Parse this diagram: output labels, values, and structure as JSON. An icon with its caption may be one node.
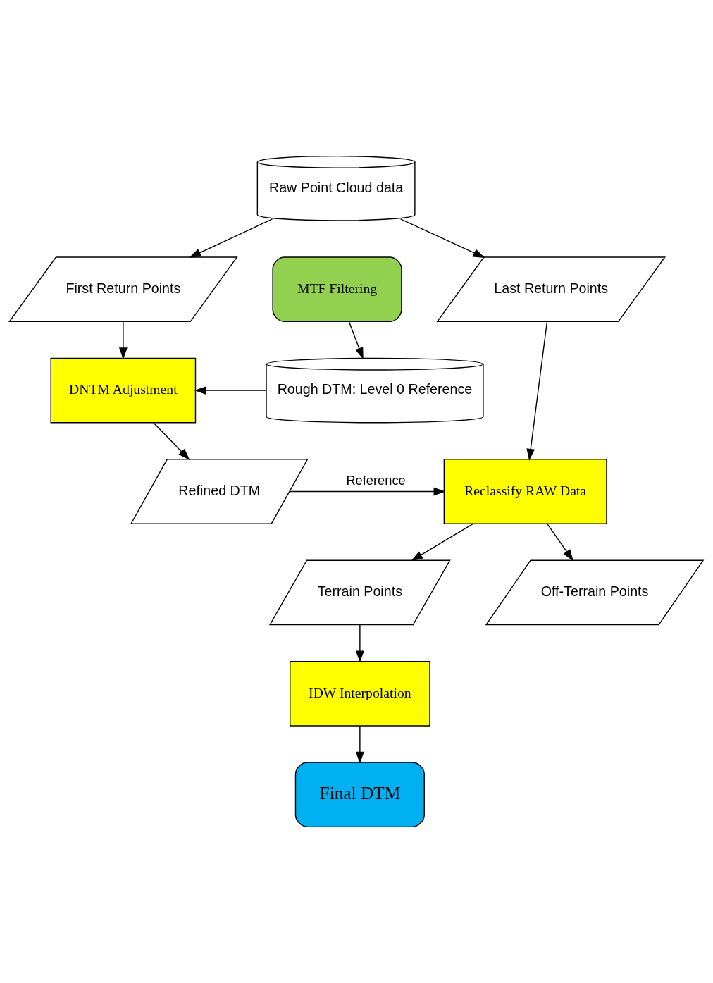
{
  "diagram": {
    "nodes": [
      {
        "text": [
          "Raw Point Cloud data"
        ]
      },
      {
        "text": [
          "MTF Filtering"
        ]
      },
      {
        "text": [
          "First Return Points"
        ]
      },
      {
        "text": [
          "Last Return Points"
        ]
      },
      {
        "text": [
          "Rough DTM: Level 0 Reference"
        ]
      },
      {
        "text": [
          "DNTM Adjustment"
        ]
      },
      {
        "text": [
          "Refined DTM"
        ]
      },
      {
        "text": [
          "Reclassify RAW Data"
        ]
      },
      {
        "text": [
          "Terrain Points"
        ]
      },
      {
        "text": [
          "Off-Terrain Points"
        ]
      },
      {
        "text": [
          "IDW Interpolation"
        ]
      },
      {
        "text": [
          "Final DTM"
        ]
      }
    ],
    "edges": [
      {
        "from": 0,
        "to": 2,
        "arrow": "to"
      },
      {
        "from": 0,
        "to": 3,
        "arrow": "to"
      },
      {
        "from": 1,
        "to": 4,
        "arrow": "to"
      },
      {
        "from": 2,
        "to": 5,
        "arrow": "to"
      },
      {
        "from": 4,
        "to": 5,
        "arrow": "to"
      },
      {
        "from": 5,
        "to": 6,
        "arrow": "to"
      },
      {
        "from": 3,
        "to": 7,
        "arrow": "to"
      },
      {
        "from": 6,
        "to": 7,
        "arrow": "to",
        "label": "Reference"
      },
      {
        "from": 7,
        "to": 8,
        "arrow": "to"
      },
      {
        "from": 7,
        "to": 9,
        "arrow": "to"
      },
      {
        "from": 8,
        "to": 10,
        "arrow": "to"
      },
      {
        "from": 10,
        "to": 11,
        "arrow": "to"
      }
    ]
  }
}
